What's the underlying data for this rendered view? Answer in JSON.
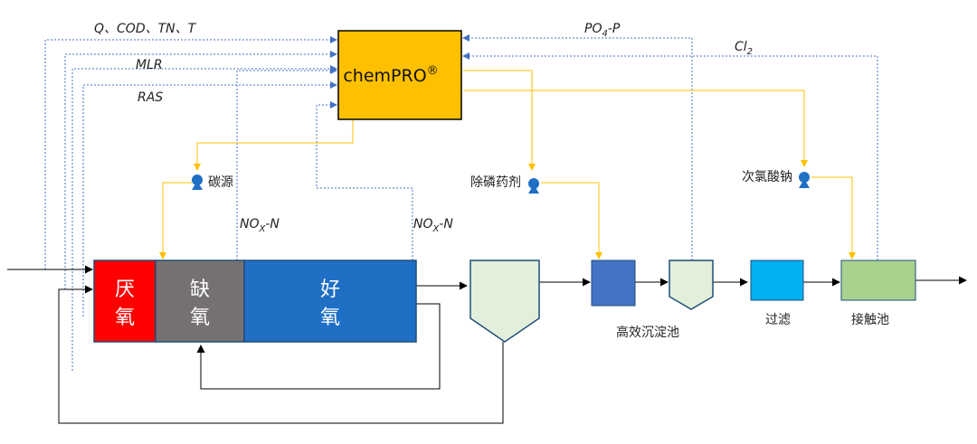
{
  "signals": {
    "influent": "Q、COD、TN、T",
    "mlr": "MLR",
    "ras": "RAS",
    "po4_main": "PO",
    "po4_sub": "4",
    "po4_tail": "-P",
    "cl_main": "Cl",
    "cl_sub": "2",
    "nox_main": "NO",
    "nox_sub": "X",
    "nox_tail": "-N"
  },
  "controller": {
    "label": "chemPRO",
    "mark": "®"
  },
  "dosing": {
    "carbon": "碳源",
    "phosphorus": "除磷药剂",
    "hypochlorite": "次氯酸钠"
  },
  "zones": {
    "anaerobic_1": "厌",
    "anaerobic_2": "氧",
    "anoxic_1": "缺",
    "anoxic_2": "氧",
    "aerobic_1": "好",
    "aerobic_2": "氧"
  },
  "units": {
    "hds": "高效沉淀池",
    "filter": "过滤",
    "contact": "接触池"
  },
  "colors": {
    "controller": "#FFC000",
    "anaerobic": "#FF0000",
    "anoxic": "#767171",
    "aerobic": "#1F6FC5",
    "clarifier": "#E2EFDA",
    "hds_mixer": "#4472C4",
    "filter": "#00B0F0",
    "contact": "#A9D18E",
    "signal_line": "#4472C4",
    "dosing_line": "#FFC000",
    "process_line": "#000000"
  }
}
